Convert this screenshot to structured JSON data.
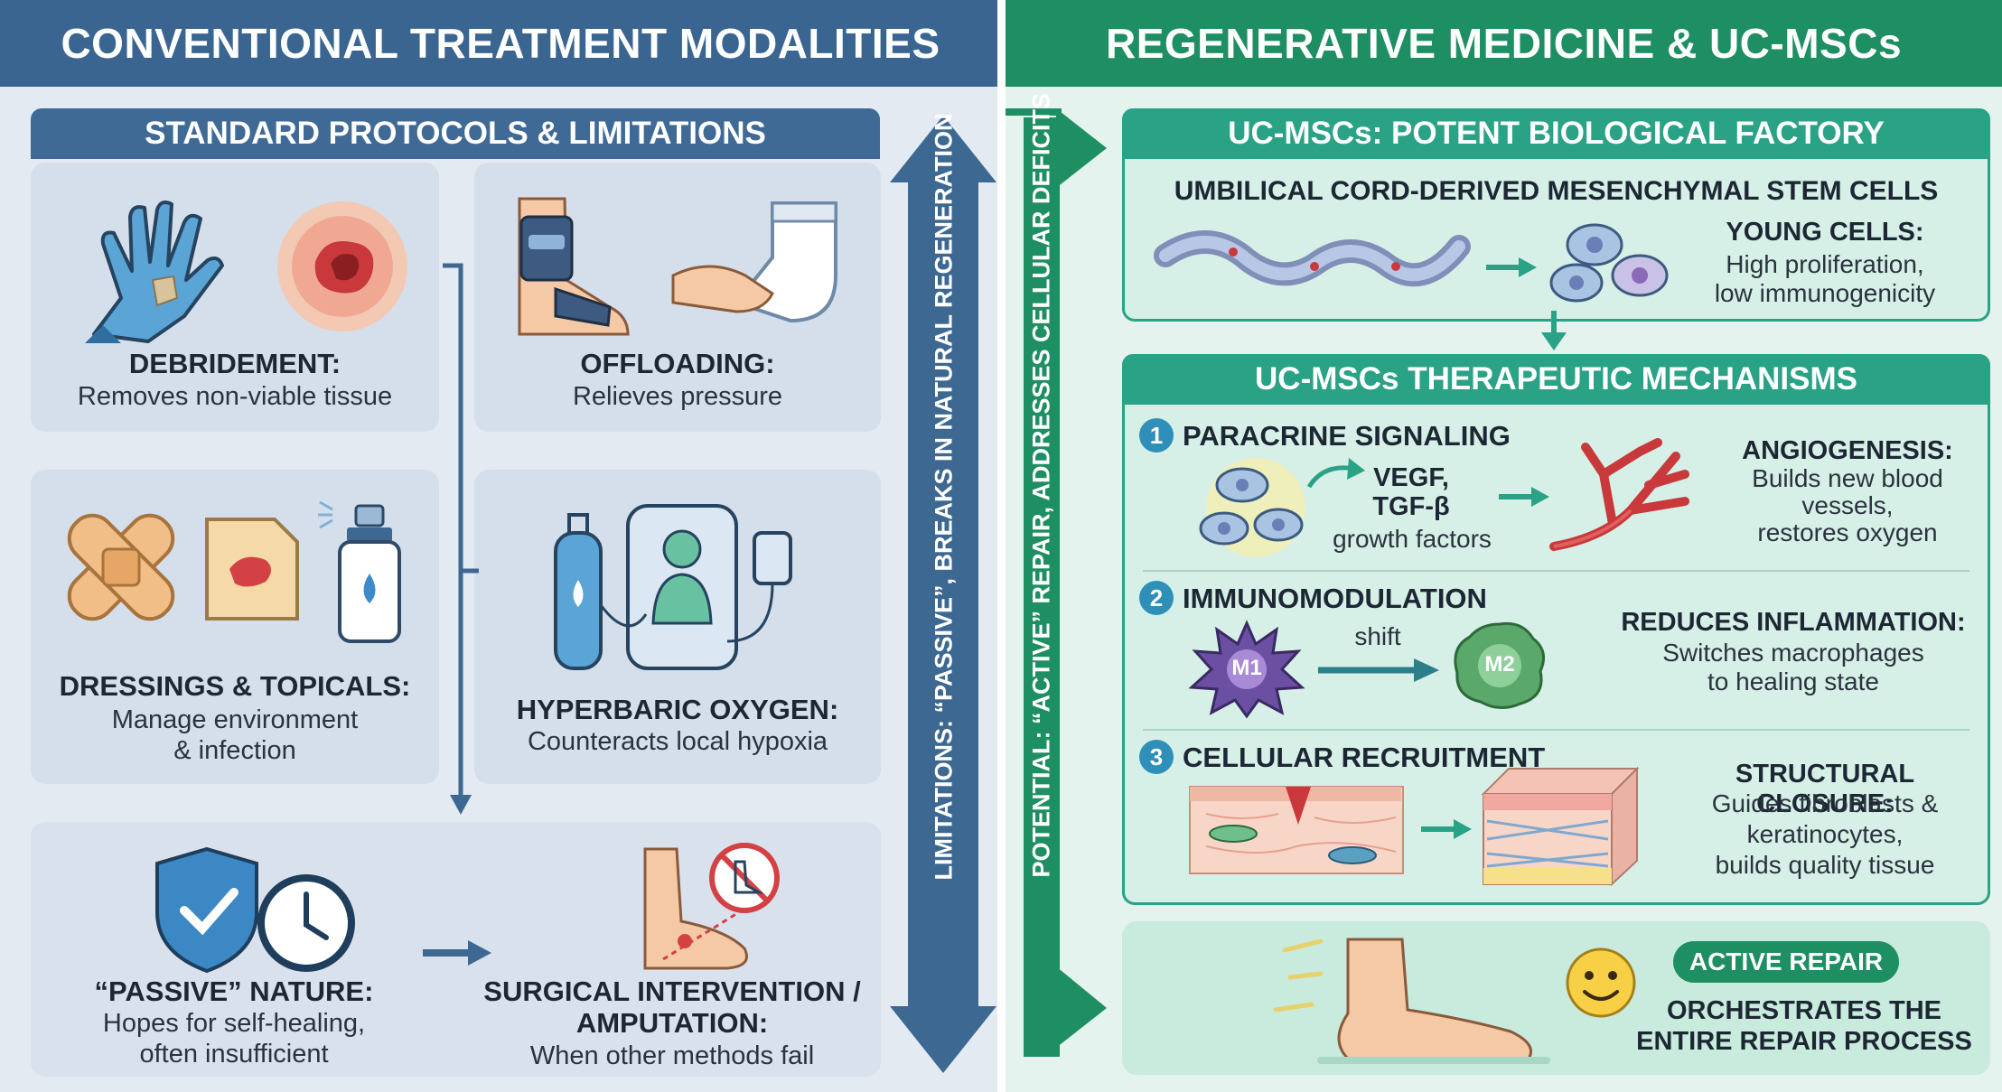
{
  "left": {
    "banner": "CONVENTIONAL TREATMENT MODALITIES",
    "panel_title": "STANDARD PROTOCOLS & LIMITATIONS",
    "cards": [
      {
        "title": "DEBRIDEMENT:",
        "desc": "Removes non-viable tissue"
      },
      {
        "title": "OFFLOADING:",
        "desc": "Relieves pressure"
      },
      {
        "title": "DRESSINGS & TOPICALS:",
        "desc": "Manage environment\n& infection"
      },
      {
        "title": "HYPERBARIC OXYGEN:",
        "desc": "Counteracts local hypoxia"
      },
      {
        "title": "“PASSIVE” NATURE:",
        "desc": "Hopes for self-healing,\noften insufficient"
      },
      {
        "title": "SURGICAL INTERVENTION /\nAMPUTATION:",
        "desc": "When other methods fail"
      }
    ],
    "vertical_arrow_text": "LIMITATIONS: “PASSIVE”, BREAKS IN NATURAL REGENERATION"
  },
  "right": {
    "banner": "REGENERATIVE MEDICINE & UC-MSCs",
    "vertical_arrow_text": "POTENTIAL: “ACTIVE” REPAIR, ADDRESSES CELLULAR DEFICITS",
    "factory": {
      "title": "UC-MSCs: POTENT BIOLOGICAL FACTORY",
      "subtitle": "UMBILICAL CORD-DERIVED MESENCHYMAL STEM CELLS",
      "cells_title": "YOUNG CELLS:",
      "cells_desc": "High proliferation,\nlow immunogenicity"
    },
    "mechanisms": {
      "title": "UC-MSCs THERAPEUTIC MECHANISMS",
      "items": [
        {
          "num": "1",
          "name": "PARACRINE SIGNALING",
          "factors_bold": "VEGF,\nTGF-β",
          "factors": "growth factors",
          "result_title": "ANGIOGENESIS:",
          "result_desc": "Builds new blood\nvessels,\nrestores oxygen"
        },
        {
          "num": "2",
          "name": "IMMUNOMODULATION",
          "m1": "M1",
          "shift": "shift",
          "m2": "M2",
          "result_title": "REDUCES INFLAMMATION:",
          "result_desc": "Switches macrophages\nto healing state"
        },
        {
          "num": "3",
          "name": "CELLULAR RECRUITMENT",
          "result_title": "STRUCTURAL CLOSURE:",
          "result_desc": "Guides fibroblasts &\nkeratinocytes,\nbuilds quality tissue"
        }
      ]
    },
    "active": {
      "badge": "ACTIVE REPAIR",
      "desc": "ORCHESTRATES THE\nENTIRE REPAIR PROCESS"
    }
  },
  "colors": {
    "left_banner": "#3a6591",
    "right_banner": "#1e8e63",
    "teal": "#2aa286",
    "steel_arrow": "#3d6891"
  }
}
